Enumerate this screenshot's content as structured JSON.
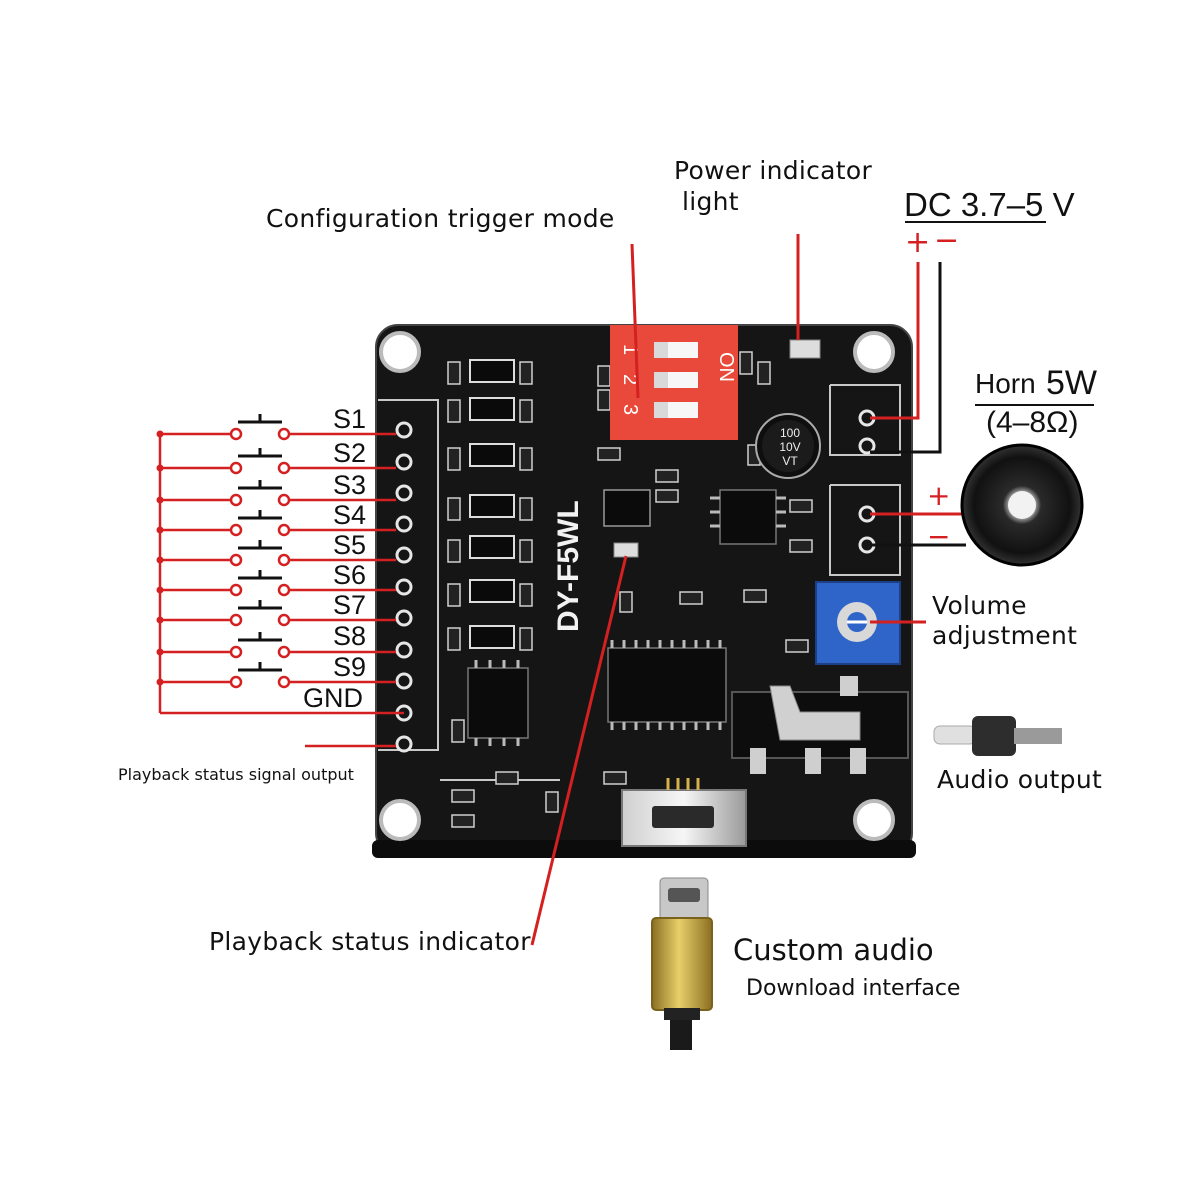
{
  "labels": {
    "config_trigger_mode": "Configuration trigger mode",
    "power_indicator_line1": "Power indicator",
    "power_indicator_line2": "light",
    "dc_voltage": "DC 3.7–5 V",
    "dc_plus": "+",
    "dc_minus": "−",
    "horn_word": "Horn",
    "horn_watts": "5W",
    "horn_impedance": "(4–8Ω)",
    "spk_plus": "+",
    "spk_minus": "−",
    "volume_line1": "Volume",
    "volume_line2": "adjustment",
    "audio_output": "Audio output",
    "playback_status_signal_output": "Playback status signal output",
    "playback_status_indicator": "Playback status indicator",
    "custom_audio_line1": "Custom audio",
    "custom_audio_line2": "Download interface"
  },
  "pins": [
    "S1",
    "S2",
    "S3",
    "S4",
    "S5",
    "S6",
    "S7",
    "S8",
    "S9",
    "GND"
  ],
  "board": {
    "model": "DY-F5WL",
    "dip_switch_on": "ON",
    "dip_switch_numbers": [
      "1",
      "2",
      "3"
    ],
    "capacitor_lines": [
      "100",
      "10V",
      "VT"
    ]
  },
  "colors": {
    "wire_red": "#d42020",
    "pcb": "#151515",
    "dip_switch": "#e8493a",
    "potentiometer": "#2f64c8",
    "usb_gold": "#c8a640"
  }
}
